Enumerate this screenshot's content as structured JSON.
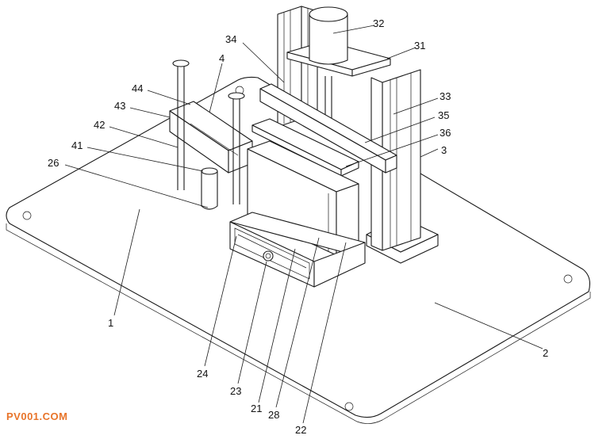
{
  "labels": [
    {
      "id": "1",
      "text": "1"
    },
    {
      "id": "2",
      "text": "2"
    },
    {
      "id": "3",
      "text": "3"
    },
    {
      "id": "4",
      "text": "4"
    },
    {
      "id": "21",
      "text": "21"
    },
    {
      "id": "22",
      "text": "22"
    },
    {
      "id": "23",
      "text": "23"
    },
    {
      "id": "24",
      "text": "24"
    },
    {
      "id": "26",
      "text": "26"
    },
    {
      "id": "28",
      "text": "28"
    },
    {
      "id": "31",
      "text": "31"
    },
    {
      "id": "32",
      "text": "32"
    },
    {
      "id": "33",
      "text": "33"
    },
    {
      "id": "34",
      "text": "34"
    },
    {
      "id": "35",
      "text": "35"
    },
    {
      "id": "36",
      "text": "36"
    },
    {
      "id": "41",
      "text": "41"
    },
    {
      "id": "42",
      "text": "42"
    },
    {
      "id": "43",
      "text": "43"
    },
    {
      "id": "44",
      "text": "44"
    }
  ],
  "watermark": {
    "text": "PV001.COM",
    "color": "#e8742a"
  },
  "colors": {
    "line": "#1a1a1a",
    "background": "#ffffff"
  }
}
